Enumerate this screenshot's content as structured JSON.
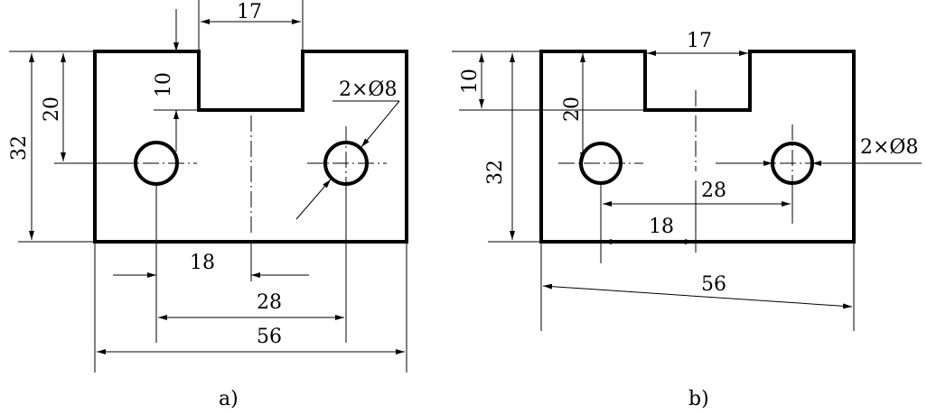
{
  "figure_a": {
    "caption": "a)",
    "dims": {
      "slot_width": "17",
      "slot_depth": "10",
      "hole_height": "20",
      "total_height": "32",
      "hole_diameter": "2×Ø8",
      "hole_to_center": "18",
      "hole_spacing": "28",
      "total_width": "56"
    }
  },
  "figure_b": {
    "caption": "b)",
    "dims": {
      "slot_width": "17",
      "slot_depth": "10",
      "hole_height": "20",
      "total_height": "32",
      "hole_diameter": "2×Ø8",
      "hole_spacing": "28",
      "hole_to_center": "18",
      "total_width": "56"
    }
  }
}
